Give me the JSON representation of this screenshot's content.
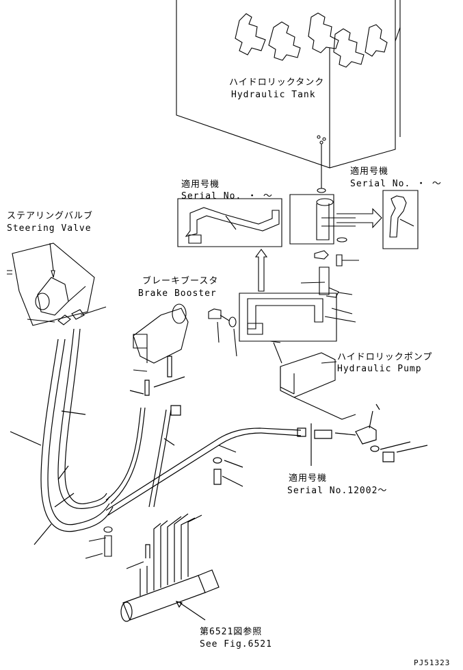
{
  "labels": {
    "hydraulic_tank_jp": "ハイドロリックタンク",
    "hydraulic_tank_en": "Hydraulic Tank",
    "serial_right_jp": "適用号機",
    "serial_right_en": "Serial No.  ・  ～",
    "serial_left_jp": "適用号機",
    "serial_left_en": "Serial No.  ・  ～",
    "steering_valve_jp": "ステアリングバルブ",
    "steering_valve_en": "Steering Valve",
    "brake_booster_jp": "ブレーキブースタ",
    "brake_booster_en": "Brake Booster",
    "hydraulic_pump_jp": "ハイドロリックポンプ",
    "hydraulic_pump_en": "Hydraulic Pump",
    "serial_bottom_jp": "適用号機",
    "serial_bottom_en": "Serial No.12002～",
    "see_fig_jp": "第6521図参照",
    "see_fig_en": "See Fig.6521",
    "drawing_code": "PJ51323"
  }
}
